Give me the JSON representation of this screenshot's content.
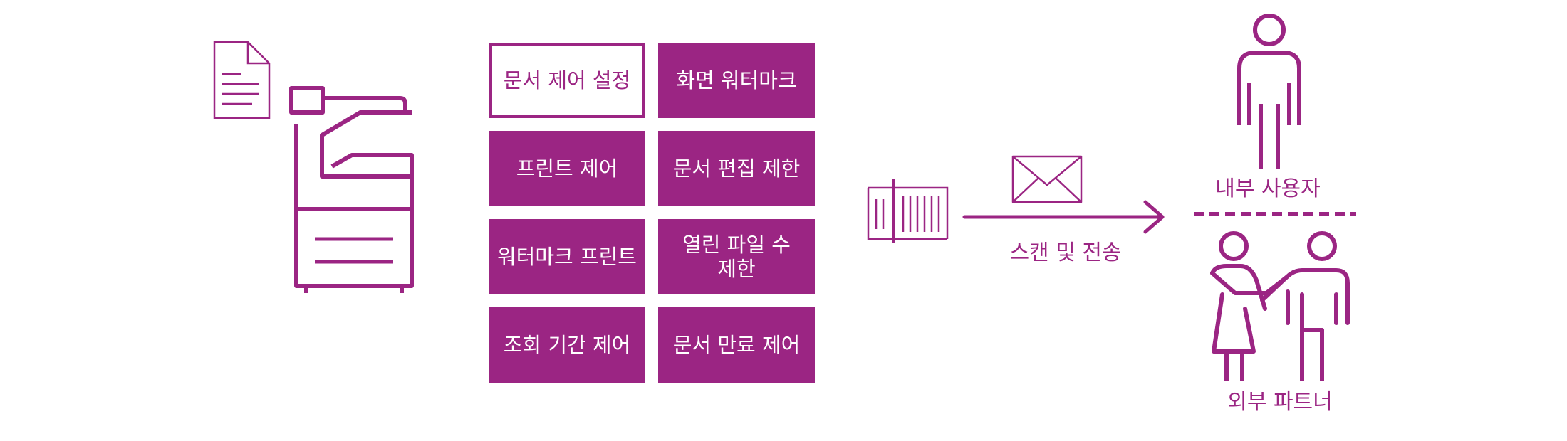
{
  "colors": {
    "accent": "#9b2583",
    "tile_text": "#ffffff",
    "background": "#ffffff"
  },
  "icons": {
    "document": "document-icon",
    "printer": "multifunction-printer-icon",
    "scanner": "scanner-icon",
    "mail": "envelope-icon",
    "arrow": "arrow-right-icon",
    "internal_user": "person-icon",
    "external_partner": "handshake-people-icon"
  },
  "features": [
    {
      "label": "문서 제어 설정",
      "style": "outline"
    },
    {
      "label": "화면 워터마크",
      "style": "filled"
    },
    {
      "label": "프린트 제어",
      "style": "filled"
    },
    {
      "label": "문서 편집 제한",
      "style": "filled"
    },
    {
      "label": "워터마크 프린트",
      "style": "filled"
    },
    {
      "label": "열린 파일 수\n제한",
      "style": "filled"
    },
    {
      "label": "조회 기간 제어",
      "style": "filled"
    },
    {
      "label": "문서 만료 제어",
      "style": "filled"
    }
  ],
  "flow": {
    "label": "스캔 및 전송"
  },
  "recipients": {
    "internal": "내부 사용자",
    "external": "외부 파트너"
  }
}
